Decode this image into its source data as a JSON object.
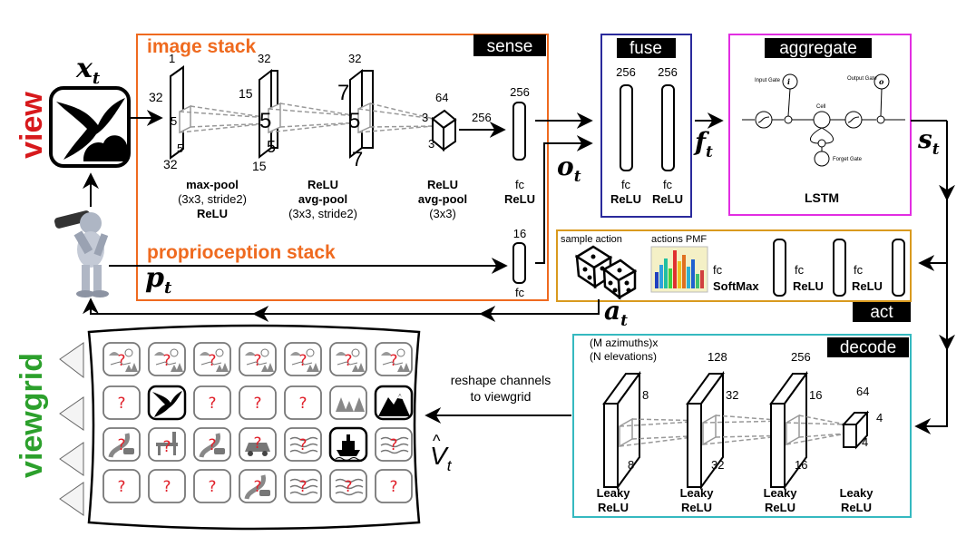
{
  "left": {
    "view_label": "view",
    "viewgrid_label": "viewgrid",
    "x_t": "x",
    "x_sub": "t",
    "p_t": "p",
    "p_sub": "t"
  },
  "sense": {
    "tag": "sense",
    "image_stack_title": "image stack",
    "proprioception_title": "proprioception stack",
    "layer1": {
      "depth": "1",
      "side": "32",
      "bottom": "32",
      "kernel_a": "5",
      "kernel_b": "5"
    },
    "layer2": {
      "depth": "32",
      "side": "15",
      "bottom": "15",
      "kernel_a": "5",
      "kernel_b": "5"
    },
    "layer3": {
      "depth": "32",
      "side": "7",
      "kernel_a": "5",
      "kernel_b": "7"
    },
    "layer4": {
      "depth": "64",
      "side_a": "3",
      "side_b": "3"
    },
    "op1": [
      "max-pool",
      "(3x3, stride2)",
      "ReLU"
    ],
    "op2": [
      "ReLU",
      "avg-pool",
      "(3x3, stride2)"
    ],
    "op3": [
      "ReLU",
      "avg-pool",
      "(3x3)"
    ],
    "arrow_256": "256",
    "fc_256": "256",
    "fc_label": "fc",
    "relu_label": "ReLU",
    "fc_16": "16",
    "fc16_label": "fc",
    "o_t": "o",
    "o_sub": "t"
  },
  "fuse": {
    "tag": "fuse",
    "n1": "256",
    "n2": "256",
    "fc1": "fc",
    "relu1": "ReLU",
    "fc2": "fc",
    "relu2": "ReLU",
    "f_t": "f",
    "f_sub": "t"
  },
  "aggregate": {
    "tag": "aggregate",
    "lstm": "LSTM",
    "input_gate": "Input Gate",
    "output_gate": "Output Gate",
    "cell": "Cell",
    "forget_gate": "Forget Gate",
    "i_t": "i",
    "o_t": "o",
    "s_t": "s",
    "s_sub": "t"
  },
  "act": {
    "tag": "act",
    "sample": "sample action",
    "pmf": "actions PMF",
    "softmax_fc": "fc",
    "softmax": "SoftMax",
    "fc1": "fc",
    "relu1": "ReLU",
    "fc2": "fc",
    "relu2": "ReLU",
    "a_t": "a",
    "a_sub": "t"
  },
  "decode": {
    "tag": "decode",
    "header_line1": "(M azimuths)x",
    "header_line2": "(N elevations)",
    "d1": {
      "top": "",
      "side": "8",
      "bottom": "8"
    },
    "d2": {
      "top": "128",
      "side": "32",
      "bottom": "32"
    },
    "d3": {
      "top": "256",
      "side": "16",
      "bottom": "16"
    },
    "d4": {
      "top": "64",
      "side": "4",
      "bottom": "4"
    },
    "ops": [
      [
        "Leaky",
        "ReLU"
      ],
      [
        "Leaky",
        "ReLU"
      ],
      [
        "Leaky",
        "ReLU"
      ],
      [
        "Leaky",
        "ReLU"
      ]
    ]
  },
  "viewgrid": {
    "reshape_line1": "reshape channels",
    "reshape_line2": "to viewgrid",
    "v_hat": "V",
    "v_sub": "t",
    "unknown_mark": "?"
  },
  "colors": {
    "view_red": "#d7191c",
    "viewgrid_green": "#2ca02c",
    "sense_orange": "#ef6a1f",
    "fuse_blue": "#2a2a9c",
    "aggregate_magenta": "#e22ee2",
    "act_gold": "#d99a1e",
    "decode_teal": "#35b9c0"
  },
  "icons": [
    "swallow-icon",
    "robot-binoculars-icon",
    "dice-icon",
    "pmf-chart-icon",
    "camera-frustum-icon"
  ]
}
